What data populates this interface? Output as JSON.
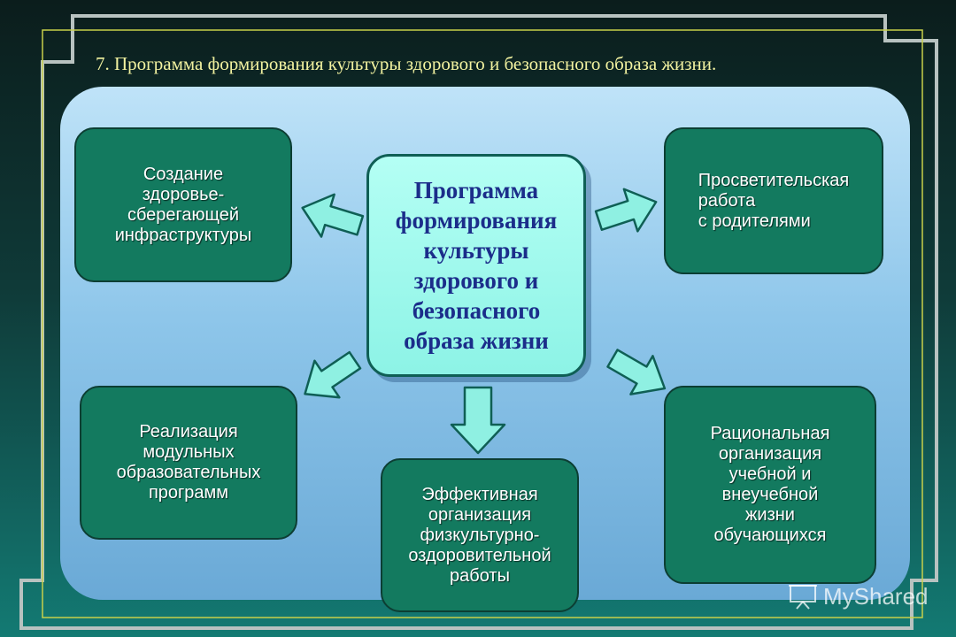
{
  "slide": {
    "title": "7. Программа формирования культуры  здорового и безопасного образа жизни."
  },
  "center": {
    "label": "Программа\nформирования\nкультуры\nздорового и\nбезопасного\nобраза жизни"
  },
  "boxes": {
    "top_left": "Создание\nздоровье-\nсберегающей\nинфраструктуры",
    "top_right": "Просветительская\nработа\n   с родителями",
    "bottom_left": "Реализация\nмодульных\nобразовательных\nпрограмм",
    "bottom_center": "Эффективная\nорганизация\nфизкультурно-\nоздоровительной\nработы",
    "bottom_right": "Рациональная\nорганизация\nучебной и\nвнеучебной\nжизни\nобучающихся"
  },
  "watermark": {
    "text": "MyShared",
    "icon": "presentation-board-icon"
  },
  "colors": {
    "title": "#f2f2a0",
    "box_fill": "#137a5f",
    "center_fill": "#8df3e6",
    "center_text": "#1b2d8a",
    "arrow_fill": "#8ff0e2"
  }
}
